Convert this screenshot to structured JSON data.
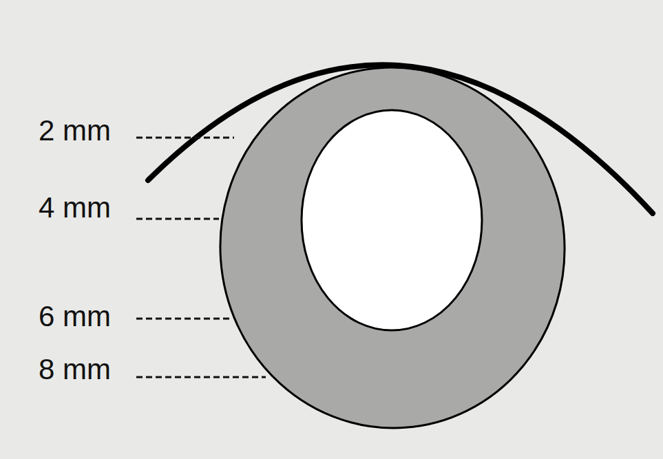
{
  "diagram": {
    "labels": [
      "2 mm",
      "4 mm",
      "6 mm",
      "8 mm"
    ]
  }
}
